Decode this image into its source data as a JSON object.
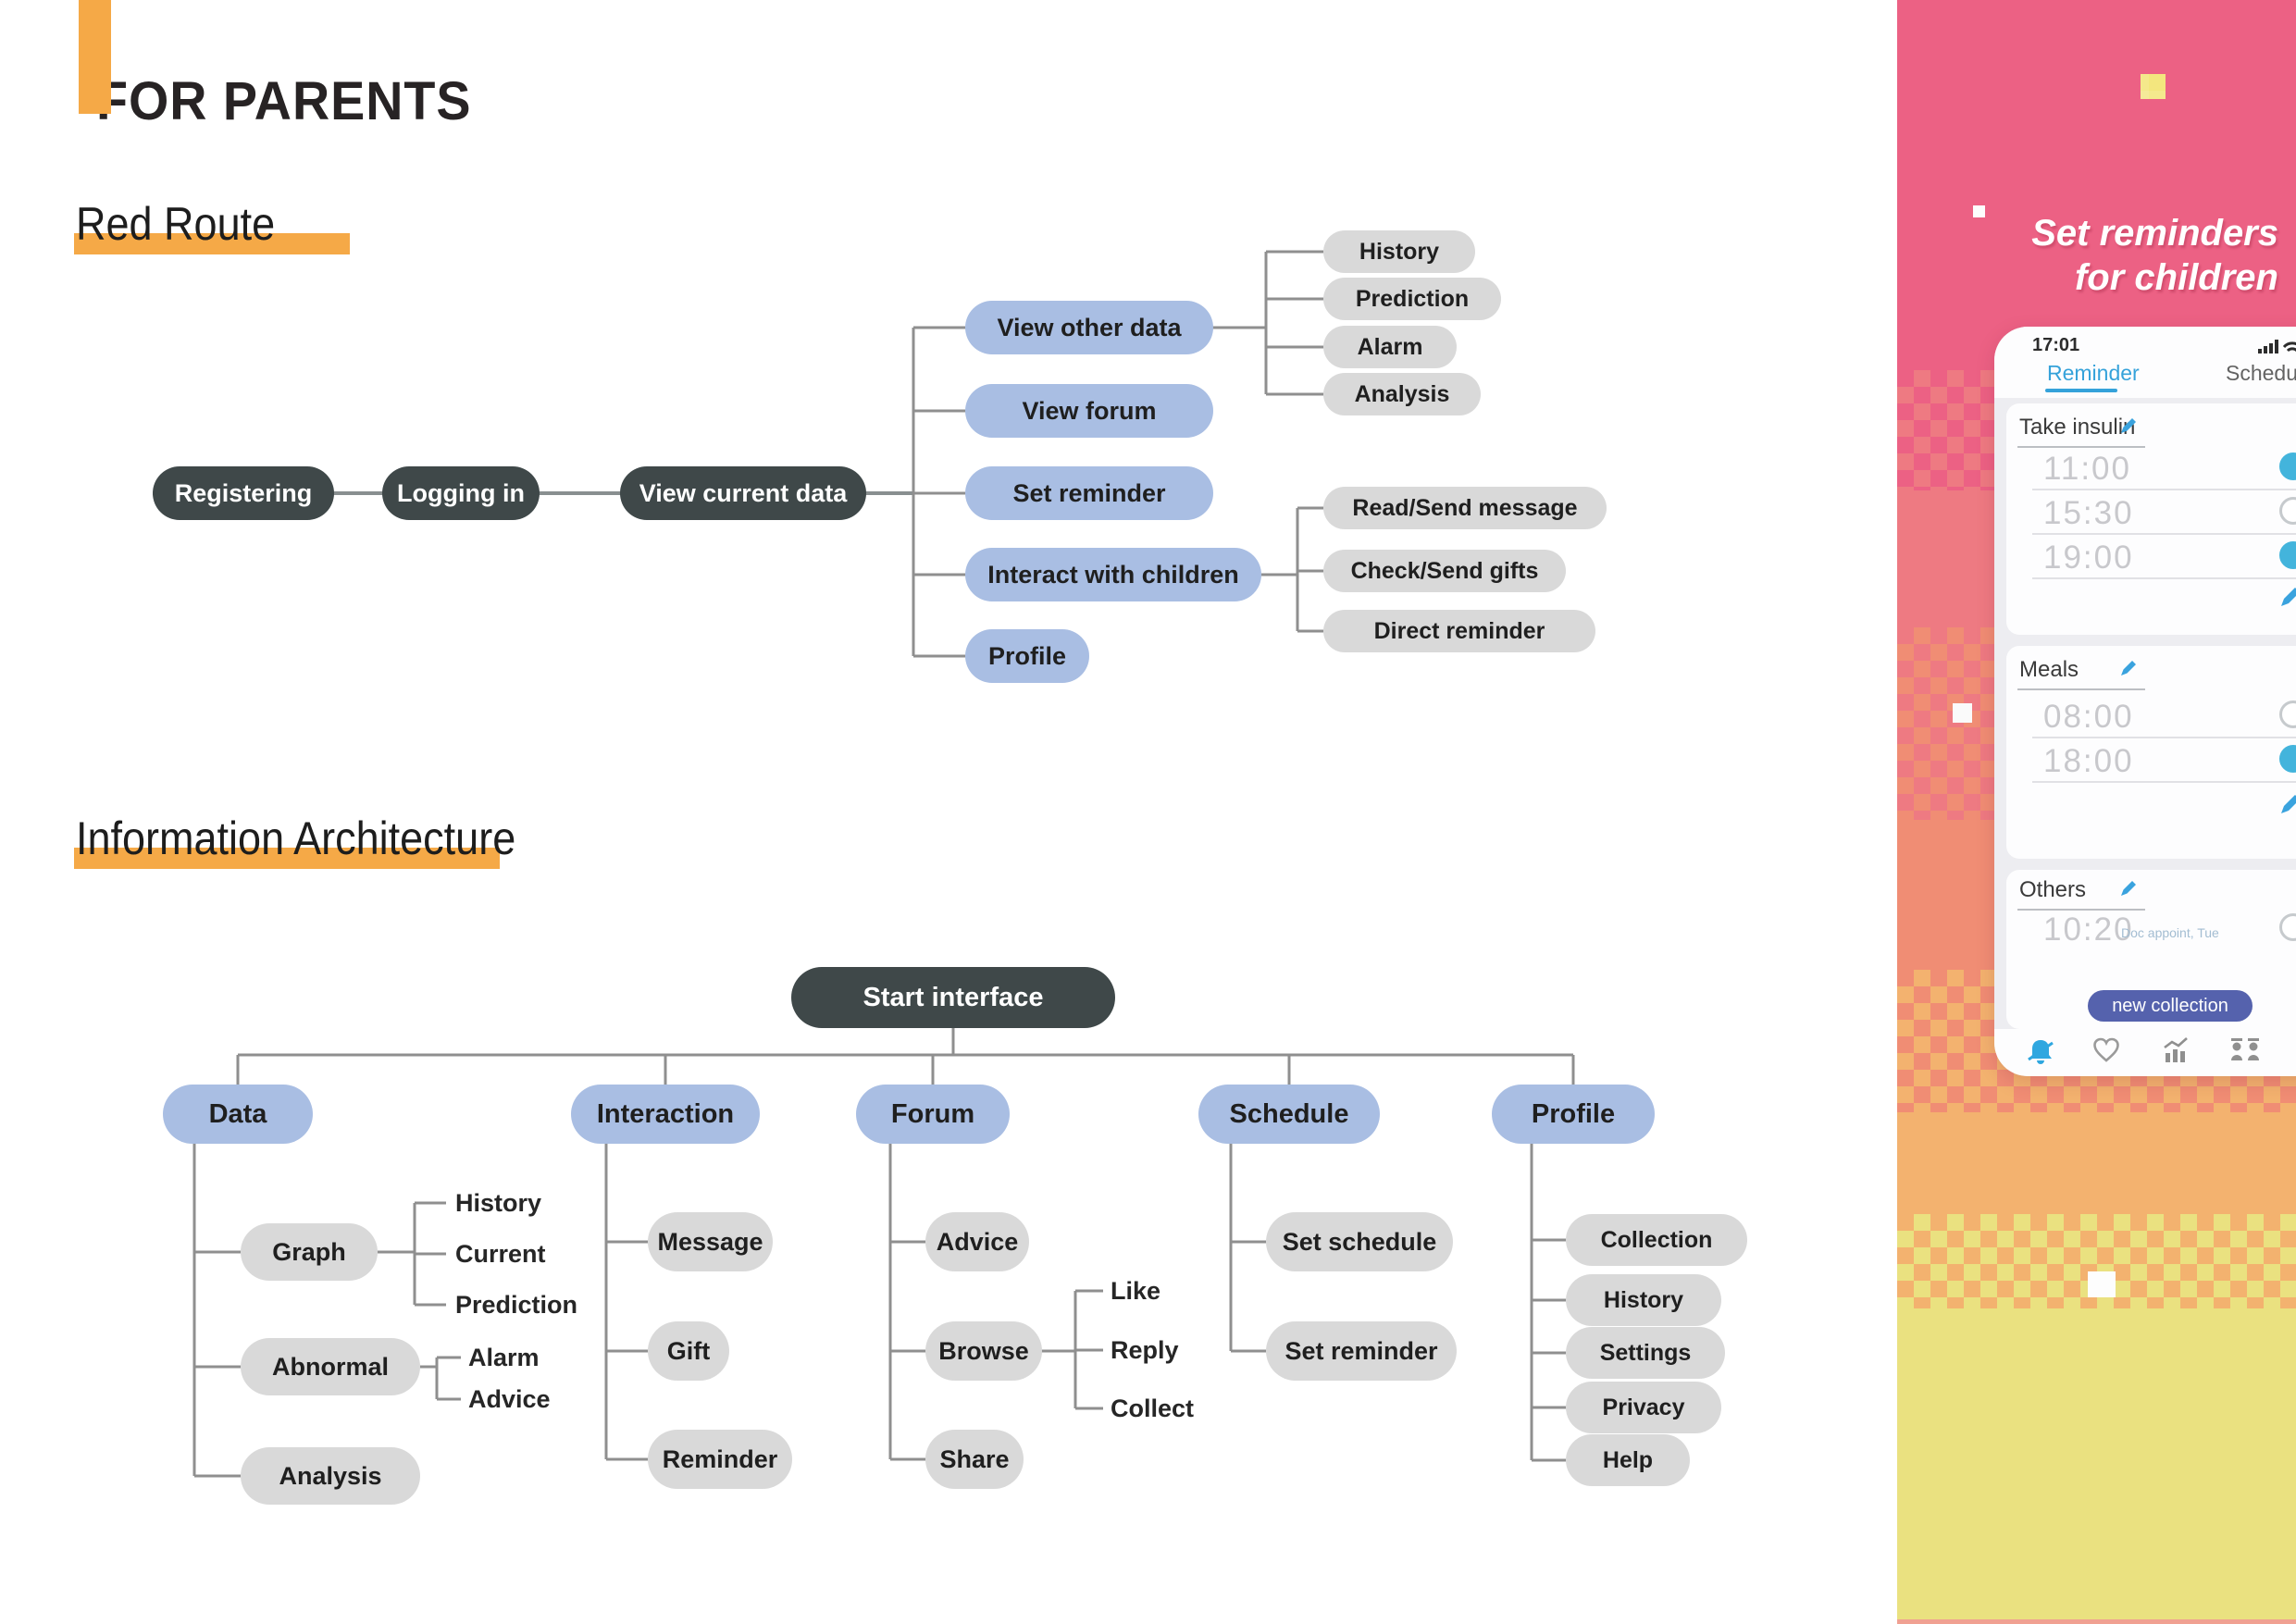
{
  "header": {
    "title": "FOR PARENTS"
  },
  "sections": {
    "red_route": "Red Route",
    "ia": "Information Architecture"
  },
  "red_route": {
    "flow": [
      "Registering",
      "Logging in",
      "View current data"
    ],
    "level2": [
      "View other data",
      "View forum",
      "Set reminder",
      "Interact with children",
      "Profile"
    ],
    "view_other_data": [
      "History",
      "Prediction",
      "Alarm",
      "Analysis"
    ],
    "interact": [
      "Read/Send message",
      "Check/Send gifts",
      "Direct reminder"
    ]
  },
  "ia": {
    "root": "Start interface",
    "top": [
      "Data",
      "Interaction",
      "Forum",
      "Schedule",
      "Profile"
    ],
    "data_children": [
      "Graph",
      "Abnormal",
      "Analysis"
    ],
    "graph_children": [
      "History",
      "Current",
      "Prediction"
    ],
    "abnormal_children": [
      "Alarm",
      "Advice"
    ],
    "interaction_children": [
      "Message",
      "Gift",
      "Reminder"
    ],
    "forum_children": [
      "Advice",
      "Browse",
      "Share"
    ],
    "browse_children": [
      "Like",
      "Reply",
      "Collect"
    ],
    "schedule_children": [
      "Set schedule",
      "Set reminder"
    ],
    "profile_children": [
      "Collection",
      "History",
      "Settings",
      "Privacy",
      "Help"
    ]
  },
  "phone": {
    "caption": [
      "Set reminders",
      "for children"
    ],
    "status": {
      "time": "17:01",
      "signal_icon": "signal-bars-icon",
      "wifi_icon": "wifi-icon"
    },
    "tabs": [
      {
        "label": "Reminder",
        "active": true
      },
      {
        "label": "Schedule",
        "active": false
      }
    ],
    "edit_icon": "pencil-icon",
    "groups": [
      {
        "title": "Take insulin",
        "rows": [
          {
            "time": "11:00",
            "on": true
          },
          {
            "time": "15:30",
            "on": false
          },
          {
            "time": "19:00",
            "on": true
          }
        ]
      },
      {
        "title": "Meals",
        "rows": [
          {
            "time": "08:00",
            "on": false
          },
          {
            "time": "18:00",
            "on": true
          }
        ]
      },
      {
        "title": "Others",
        "rows": [
          {
            "time": "10:20",
            "note": "Doc appoint, Tue",
            "on": false
          }
        ]
      }
    ],
    "button": "new collection",
    "nav_icons": [
      "bell-icon",
      "heart-icon",
      "stats-icon",
      "users-icon"
    ]
  },
  "colors": {
    "accent_orange": "#f5a947",
    "dark_pill": "#3f4849",
    "blue_pill": "#a9bee3",
    "gray_pill": "#d9d9d9",
    "panel_pink": "#ec6184",
    "panel_salmon": "#ee7a82",
    "panel_coral": "#f08d74",
    "panel_orange": "#f3b26f",
    "panel_yellow": "#eae180",
    "tab_blue": "#35a2da",
    "toggle_blue": "#43b4dc",
    "button_indigo": "#5562ad"
  }
}
